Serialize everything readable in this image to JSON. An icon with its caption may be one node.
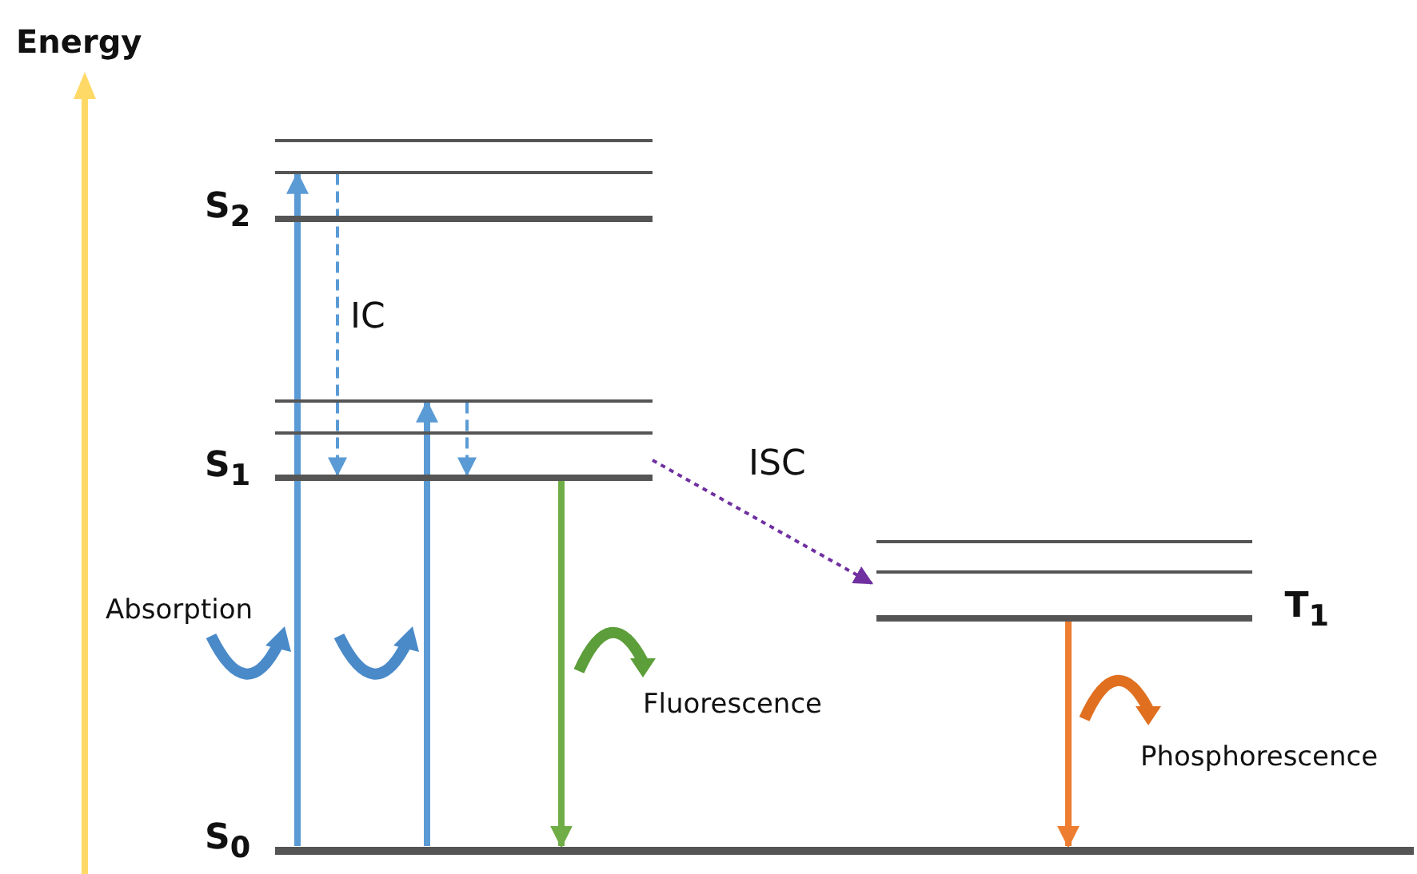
{
  "diagram": {
    "nodes": [
      {
        "text": [],
        "shape": "bar"
      },
      {
        "text": [],
        "shape": "bar"
      },
      {
        "text": [
          "S$_{2}$"
        ]
      },
      {
        "text": [],
        "shape": "bar"
      },
      {
        "text": [],
        "shape": "bar"
      },
      {
        "text": [
          "S$_{1}$"
        ]
      },
      {
        "text": [],
        "shape": "bar"
      },
      {
        "text": [],
        "shape": "bar"
      },
      {
        "text": [
          "T$_{1}$"
        ]
      },
      {
        "text": [
          "S$_{0}$"
        ]
      }
    ],
    "edges": [
      {
        "from": 9,
        "to": 1,
        "arrow": "to"
      },
      {
        "from": 9,
        "to": 3,
        "arrow": "to"
      },
      {
        "from": 1,
        "to": 5,
        "arrow": "to",
        "style": "dashed"
      },
      {
        "from": 3,
        "to": 5,
        "arrow": "to",
        "style": "dashed"
      },
      {
        "from": 5,
        "to": 9,
        "arrow": "to",
        "color": "#70ad47"
      },
      {
        "from": 5,
        "to": 7,
        "arrow": "to",
        "style": "dashed",
        "color": "#7030a0"
      },
      {
        "from": 8,
        "to": 9,
        "arrow": "to",
        "color": "#ed7d31"
      }
    ],
    "labels": [
      "Energy",
      "IC",
      "ISC",
      "Absorption",
      "Fluorescence",
      "Phosphorescence"
    ]
  }
}
